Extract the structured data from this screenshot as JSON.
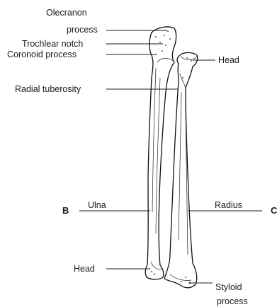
{
  "labels": {
    "olecranon_1": "Olecranon",
    "olecranon_2": "process",
    "trochlear_notch": "Trochlear notch",
    "coronoid_process": "Coronoid process",
    "radial_tuberosity": "Radial tuberosity",
    "ulna": "Ulna",
    "head_ulna": "Head",
    "head_radius": "Head",
    "radius": "Radius",
    "styloid_1": "Styloid",
    "styloid_2": "process",
    "letter_b": "B",
    "letter_c": "C"
  }
}
